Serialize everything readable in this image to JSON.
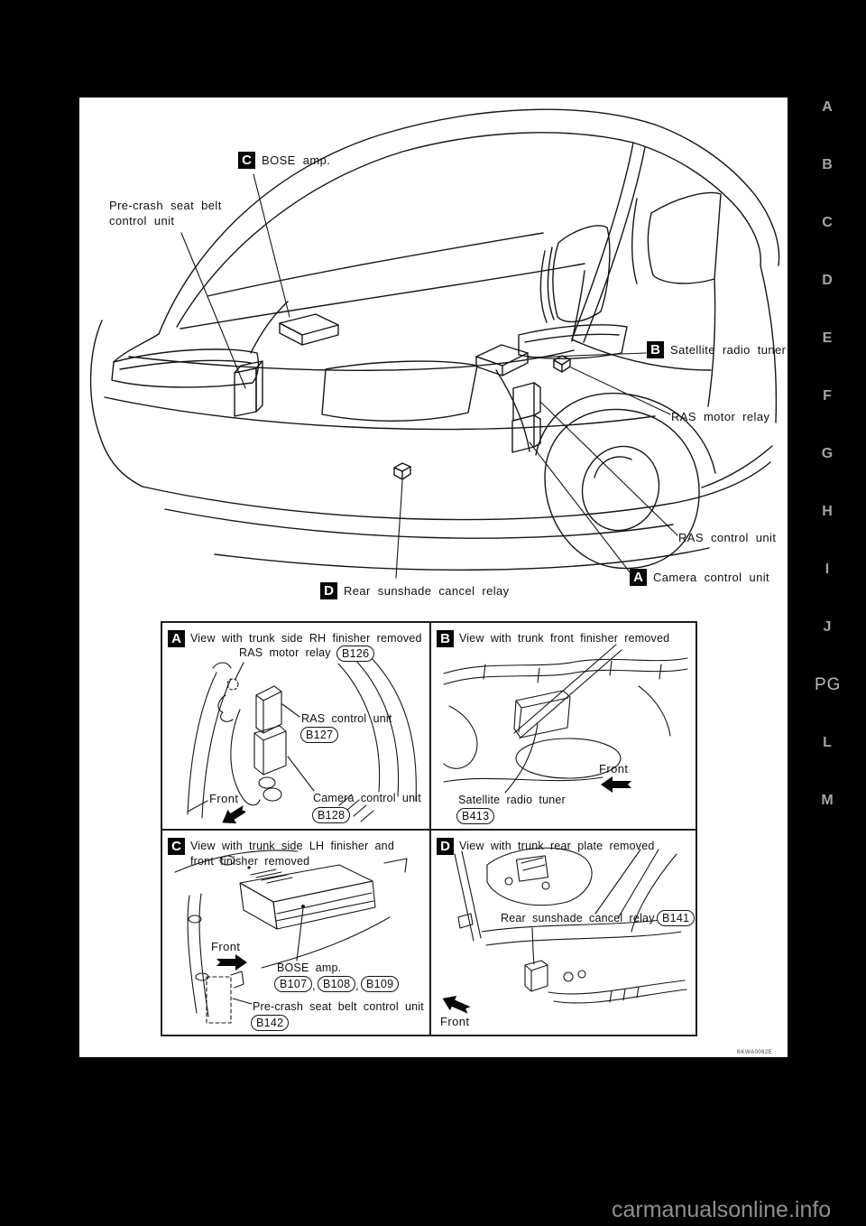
{
  "page": {
    "watermark": "carmanualsonline.info",
    "figure_code": "BKWA0062E"
  },
  "sidebar": {
    "letters": [
      "A",
      "B",
      "C",
      "D",
      "E",
      "F",
      "G",
      "H",
      "I",
      "J",
      "PG",
      "L",
      "M"
    ]
  },
  "diagram": {
    "bose_badge": "C",
    "bose_label": "BOSE amp.",
    "precrash_line1": "Pre-crash seat belt",
    "precrash_line2": "control unit",
    "satellite_badge": "B",
    "satellite_label": "Satellite radio tuner",
    "ras_motor_label": "RAS motor relay",
    "ras_control_label": "RAS control unit",
    "camera_badge": "A",
    "camera_label": "Camera control unit",
    "sunshade_badge": "D",
    "sunshade_label": "Rear sunshade cancel relay"
  },
  "panel_a": {
    "badge": "A",
    "title": "View with trunk side RH finisher removed",
    "ras_motor": "RAS motor relay",
    "ras_motor_conn": "B126",
    "ras_control": "RAS control unit",
    "ras_control_conn": "B127",
    "camera": "Camera control unit",
    "camera_conn": "B128",
    "front": "Front"
  },
  "panel_b": {
    "badge": "B",
    "title": "View with trunk front finisher removed",
    "tuner": "Satellite radio tuner",
    "tuner_conn": "B413",
    "front": "Front"
  },
  "panel_c": {
    "badge": "C",
    "title_line1": "View with trunk side LH finisher and",
    "title_line2": "front finisher removed",
    "bose": "BOSE amp.",
    "conn1": "B107",
    "conn2": "B108",
    "conn3": "B109",
    "comma": ",",
    "precrash": "Pre-crash seat belt control unit",
    "precrash_conn": "B142",
    "front": "Front"
  },
  "panel_d": {
    "badge": "D",
    "title": "View with trunk rear plate removed",
    "sunshade": "Rear sunshade cancel relay",
    "sunshade_conn": "B141",
    "front": "Front"
  }
}
